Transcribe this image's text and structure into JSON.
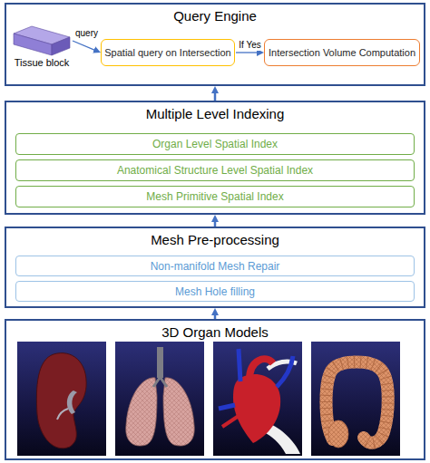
{
  "diagram": {
    "nodes": [
      {
        "text": [
          "Query Engine"
        ]
      },
      {
        "text": [
          "Tissue block"
        ],
        "in": 0
      },
      {
        "text": [
          "Spatial query on Intersection"
        ],
        "in": 0
      },
      {
        "text": [
          "Intersection Volume Computation"
        ],
        "in": 0
      },
      {
        "text": [
          "Multiple Level Indexing"
        ]
      },
      {
        "text": [
          "Organ Level Spatial Index"
        ],
        "in": 4
      },
      {
        "text": [
          "Anatomical Structure Level Spatial Index"
        ],
        "in": 4
      },
      {
        "text": [
          "Mesh Primitive Spatial Index"
        ],
        "in": 4
      },
      {
        "text": [
          "Mesh Pre-processing"
        ]
      },
      {
        "text": [
          "Non-manifold Mesh Repair"
        ],
        "in": 8
      },
      {
        "text": [
          "Mesh Hole filling"
        ],
        "in": 8
      },
      {
        "text": [
          "3D Organ Models"
        ]
      }
    ],
    "edges": [
      {
        "from": 1,
        "to": 2,
        "label": "query",
        "arrow": "to"
      },
      {
        "from": 2,
        "to": 3,
        "label": "If Yes",
        "arrow": "to"
      },
      {
        "from": 4,
        "to": 0,
        "arrow": "to"
      },
      {
        "from": 8,
        "to": 4,
        "arrow": "to"
      },
      {
        "from": 11,
        "to": 8,
        "arrow": "to"
      }
    ]
  }
}
